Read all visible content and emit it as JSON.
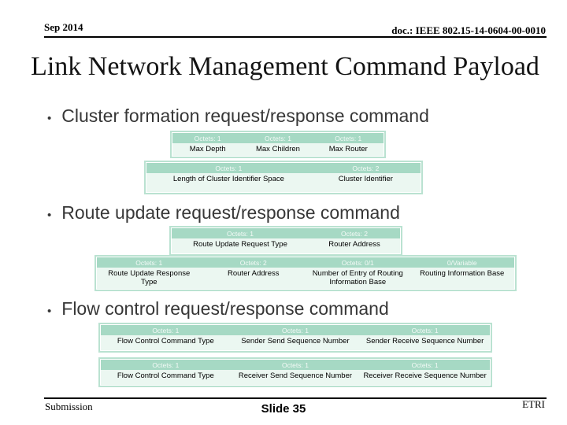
{
  "header": {
    "date": "Sep 2014",
    "doc": "doc.: IEEE 802.15-14-0604-00-0010"
  },
  "title": "Link Network Management Command Payload",
  "sections": [
    {
      "bullet": "Cluster formation request/response command",
      "tables": [
        {
          "headers": [
            "Octets: 1",
            "Octets: 1",
            "Octets: 1"
          ],
          "cells": [
            "Max Depth",
            "Max Children",
            "Max Router"
          ]
        },
        {
          "headers": [
            "Octets: 1",
            "Octets: 2"
          ],
          "cells": [
            "Length of Cluster Identifier Space",
            "Cluster Identifier"
          ]
        }
      ]
    },
    {
      "bullet": "Route update request/response command",
      "tables": [
        {
          "headers": [
            "Octets: 1",
            "Octets: 2"
          ],
          "cells": [
            "Route Update Request Type",
            "Router Address"
          ]
        },
        {
          "headers": [
            "Octets: 1",
            "Octets: 2",
            "Octets: 0/1",
            "0/Variable"
          ],
          "cells": [
            "Route Update Response Type",
            "Router Address",
            "Number of Entry of Routing Information Base",
            "Routing Information Base"
          ]
        }
      ]
    },
    {
      "bullet": "Flow control request/response command",
      "tables": [
        {
          "headers": [
            "Octets: 1",
            "Octets: 1",
            "Octets: 1"
          ],
          "cells": [
            "Flow Control Command Type",
            "Sender Send Sequence Number",
            "Sender Receive Sequence Number"
          ]
        },
        {
          "headers": [
            "Octets: 1",
            "Octets: 1",
            "Octets: 1"
          ],
          "cells": [
            "Flow Control Command Type",
            "Receiver Send Sequence Number",
            "Receiver Receive Sequence Number"
          ]
        }
      ]
    }
  ],
  "footer": {
    "left": "Submission",
    "center": "Slide 35",
    "right": "ETRI"
  },
  "bullet_glyph": "•",
  "colors": {
    "table_header_bg": "#a6d9c4",
    "table_body_bg": "#ebf7f1",
    "table_border": "#bae2d1",
    "table_header_text": "#f4faf7"
  }
}
